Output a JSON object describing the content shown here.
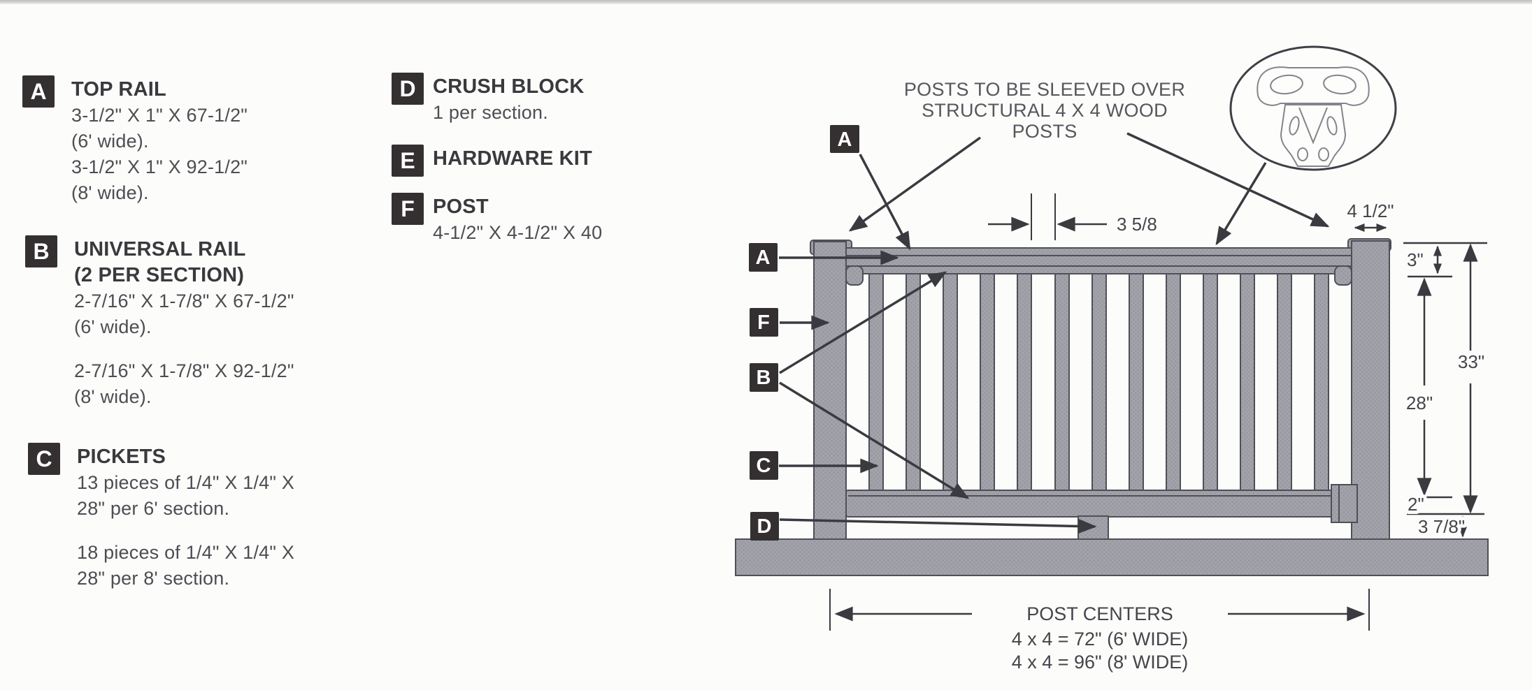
{
  "parts": {
    "a": {
      "letter": "A",
      "title": "TOP RAIL",
      "line1": "3-1/2\" X 1\" X 67-1/2\"",
      "line2": "(6' wide).",
      "line3": "3-1/2\" X 1\" X 92-1/2\"",
      "line4": "(8' wide)."
    },
    "b": {
      "letter": "B",
      "title": "UNIVERSAL RAIL",
      "title2": "(2 PER SECTION)",
      "line1": "2-7/16\" X 1-7/8\" X 67-1/2\"",
      "line2": "(6' wide).",
      "line3": "2-7/16\" X 1-7/8\" X 92-1/2\"",
      "line4": "(8' wide)."
    },
    "c": {
      "letter": "C",
      "title": "PICKETS",
      "line1": "13 pieces of 1/4\" X 1/4\" X",
      "line2": "28\" per 6' section.",
      "line3": "18 pieces of 1/4\" X 1/4\" X",
      "line4": "28\" per 8' section."
    },
    "d": {
      "letter": "D",
      "title": "CRUSH BLOCK",
      "line1": "1 per section."
    },
    "e": {
      "letter": "E",
      "title": "HARDWARE KIT"
    },
    "f": {
      "letter": "F",
      "title": "POST",
      "line1": "4-1/2\" X 4-1/2\" X 40"
    }
  },
  "diagram": {
    "note": {
      "line1": "POSTS TO BE SLEEVED OVER",
      "line2": "STRUCTURAL 4 X 4 WOOD",
      "line3": "POSTS"
    },
    "callouts": {
      "a_top": "A",
      "a_side": "A",
      "f": "F",
      "b": "B",
      "c": "C",
      "d": "D"
    },
    "dimensions": {
      "picket_spacing": "3 5/8",
      "post_width": "4 1/2\"",
      "post_top_to_rail": "3\"",
      "picket_height": "28\"",
      "total_height": "33\"",
      "bottom_rail": "2\"",
      "ground_clearance": "3 7/8\"",
      "post_centers_label": "POST CENTERS",
      "post_centers_6ft": "4 x 4 = 72\" (6' WIDE)",
      "post_centers_8ft": "4 x 4 = 96\" (8' WIDE)"
    },
    "picket_count": 13,
    "colors": {
      "component_fill": "#a1a2aa",
      "component_dot": "#8e8f97",
      "component_stroke": "#4f4f58",
      "annotation": "#3a3a41",
      "label_bg": "#343031",
      "label_text": "#ffffff",
      "dim_text": "#45454c",
      "note_text": "#56565d"
    }
  }
}
